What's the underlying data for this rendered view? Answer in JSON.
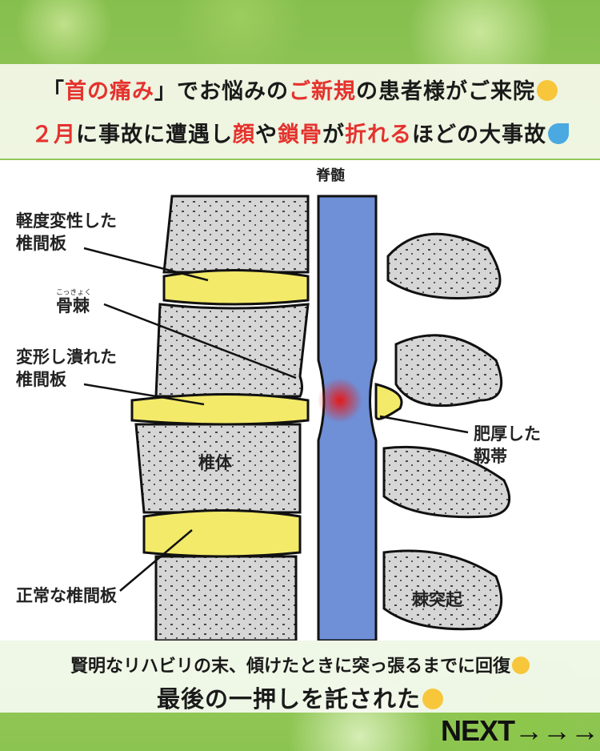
{
  "header": {
    "line1": {
      "a": "「",
      "b": "首の痛み",
      "c": "」でお悩みの",
      "d": "ご新規",
      "e": "の患者様がご来院",
      "emoji": "fist-icon"
    },
    "line2": {
      "a": "２月",
      "b": "に事故に遭遇し",
      "c": "顔",
      "d": "や",
      "e": "鎖骨",
      "f": "が",
      "g": "折れる",
      "h": "ほどの大事故",
      "emoji": "sweat-droplets-icon"
    }
  },
  "diagram": {
    "spinal_cord": "脊髄",
    "mild_disc": [
      "軽度変性した",
      "椎間板"
    ],
    "osteophyte": "骨棘",
    "osteophyte_ruby": "こっきょく",
    "deformed_disc": [
      "変形し潰れた",
      "椎間板"
    ],
    "vertebral_body": "椎体",
    "normal_disc": "正常な椎間板",
    "ligament": [
      "肥厚した",
      "靱帯"
    ],
    "spinous_process": "棘突起"
  },
  "footer": {
    "line1": "賢明なリハビリの末、傾けたときに突っ張るまでに回復",
    "line2": "最後の一押しを託された",
    "next": "NEXT→→→"
  },
  "colors": {
    "accent_red": "#e5322e",
    "disc_yellow": "#f3ea6a",
    "cord_blue": "#6f8fd6"
  }
}
